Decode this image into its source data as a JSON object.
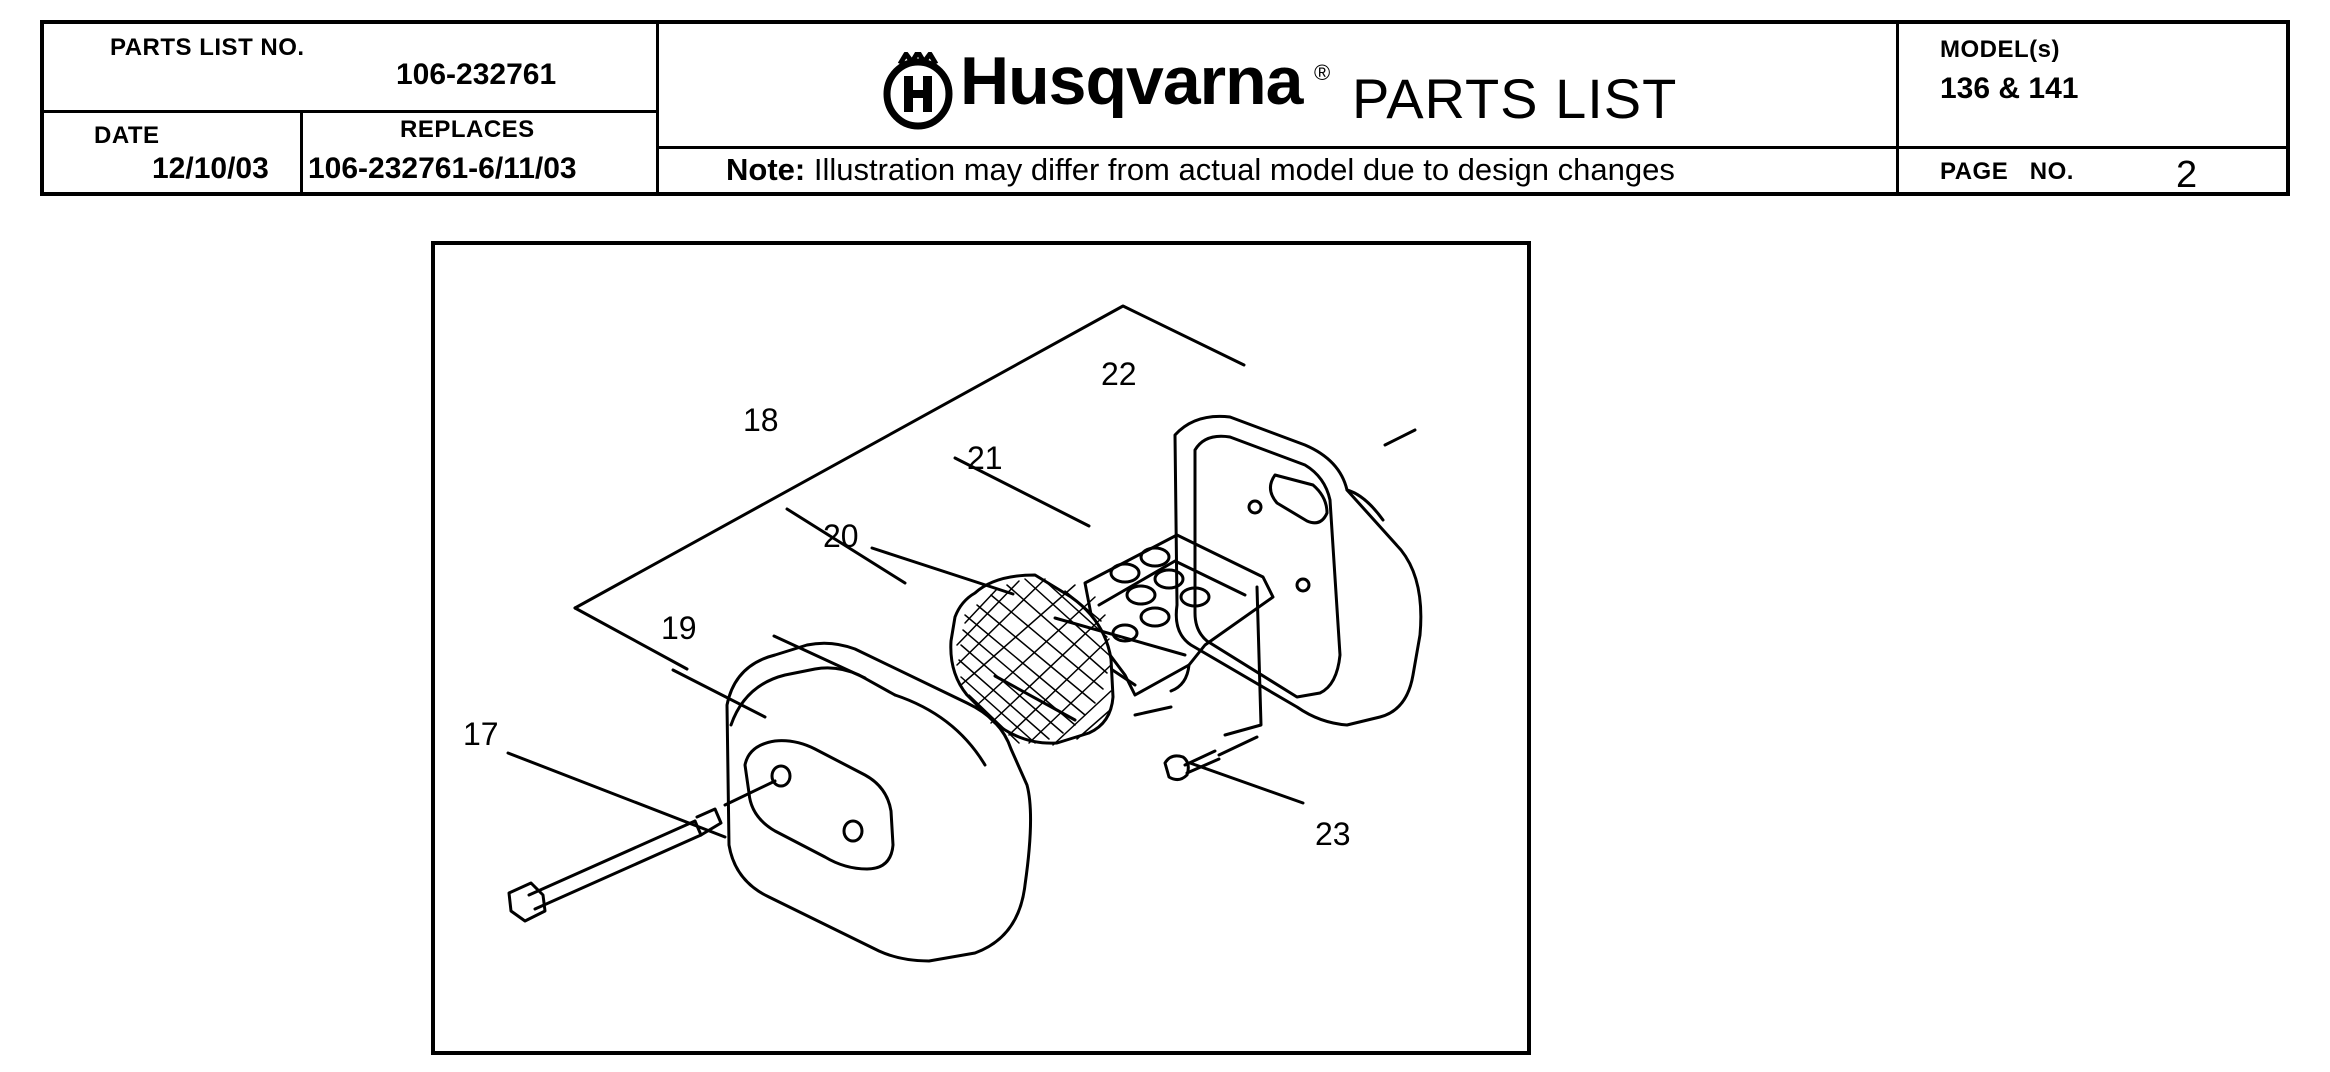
{
  "header": {
    "parts_list_no_label": "PARTS LIST NO.",
    "parts_list_no": "106-232761",
    "date_label": "DATE",
    "date": "12/10/03",
    "replaces_label": "REPLACES",
    "replaces": "106-232761-6/11/03",
    "brand": "Husqvarna",
    "brand_mark": "®",
    "title": "PARTS LIST",
    "note_bold": "Note:",
    "note_text": " Illustration may differ from actual model due to design changes",
    "models_label": "MODEL(s)",
    "models": "136 & 141",
    "page_label": "PAGE   NO.",
    "page_no": "2"
  },
  "figure": {
    "callouts": [
      "17",
      "18",
      "19",
      "20",
      "21",
      "22",
      "23"
    ]
  }
}
